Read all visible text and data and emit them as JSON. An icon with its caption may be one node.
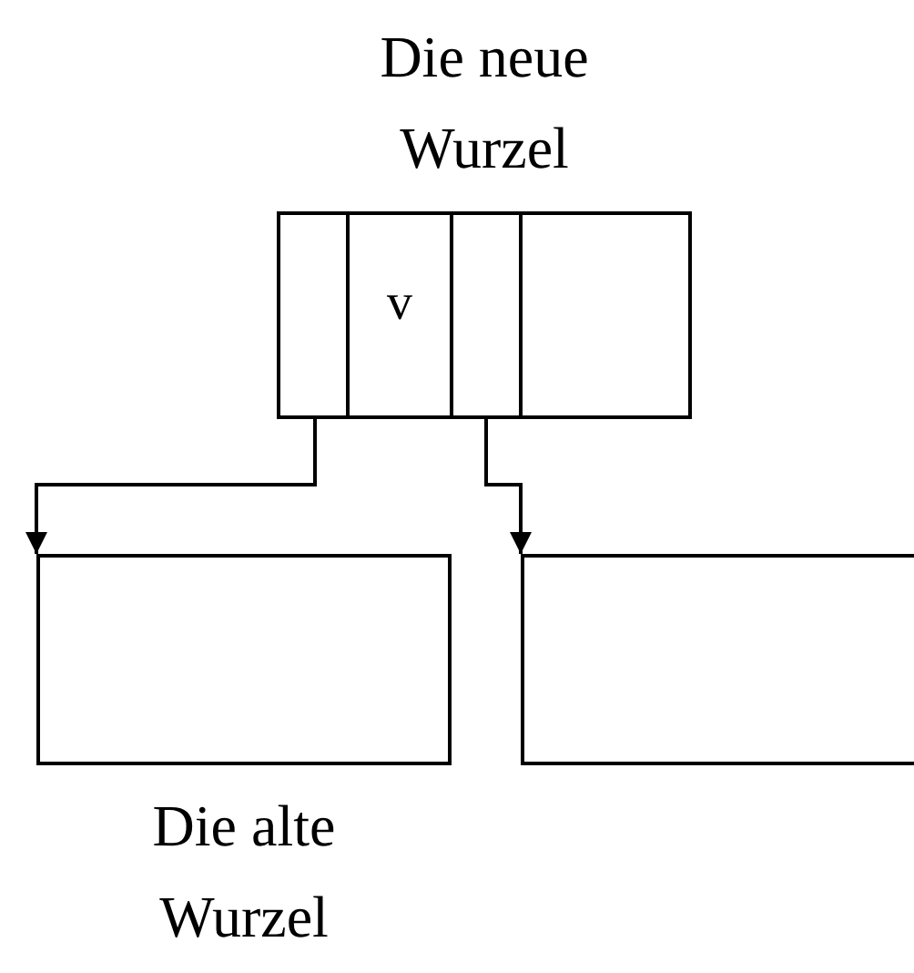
{
  "diagram": {
    "nodes": [
      {
        "text": [
          "Die neue Wurzel"
        ]
      },
      {
        "text": [],
        "shape": "box",
        "in": 0
      },
      {
        "text": [
          "v"
        ],
        "in": 0
      },
      {
        "text": [],
        "shape": "box",
        "in": 0
      },
      {
        "text": [
          "Die alte Wurzel"
        ]
      },
      {
        "text": [],
        "shape": "box"
      }
    ],
    "edges": [
      {
        "from": 1,
        "to": 4,
        "arrow": "to"
      },
      {
        "from": 3,
        "to": 5,
        "arrow": "to"
      }
    ]
  }
}
